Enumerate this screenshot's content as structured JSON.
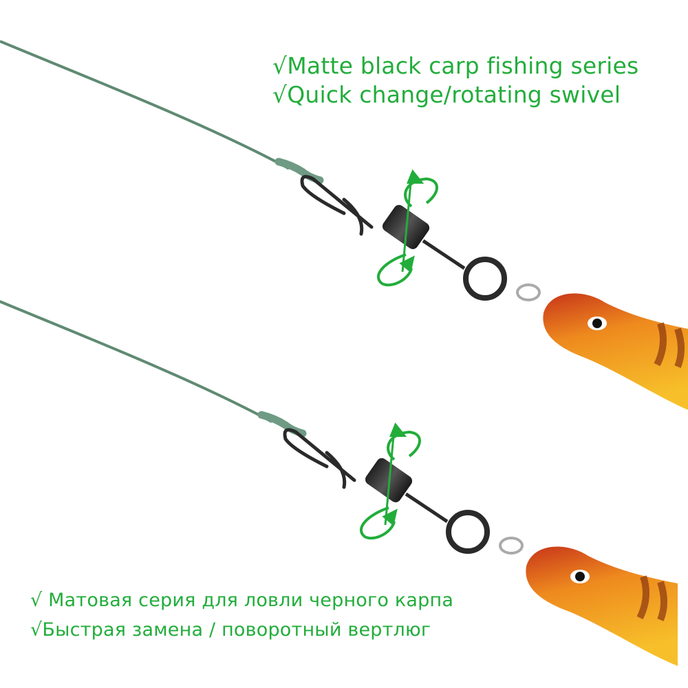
{
  "features_en": [
    "√Matte black carp fishing series",
    "√Quick change/rotating swivel"
  ],
  "features_ru": [
    "√ Матовая серия для ловли черного карпа",
    "√Быстрая замена / поворотный вертлюг"
  ],
  "colors": {
    "text_green": "#22ad3b",
    "line_green": "#5f8a72",
    "lure_orange": "#f0a020",
    "lure_red": "#d8461a"
  }
}
